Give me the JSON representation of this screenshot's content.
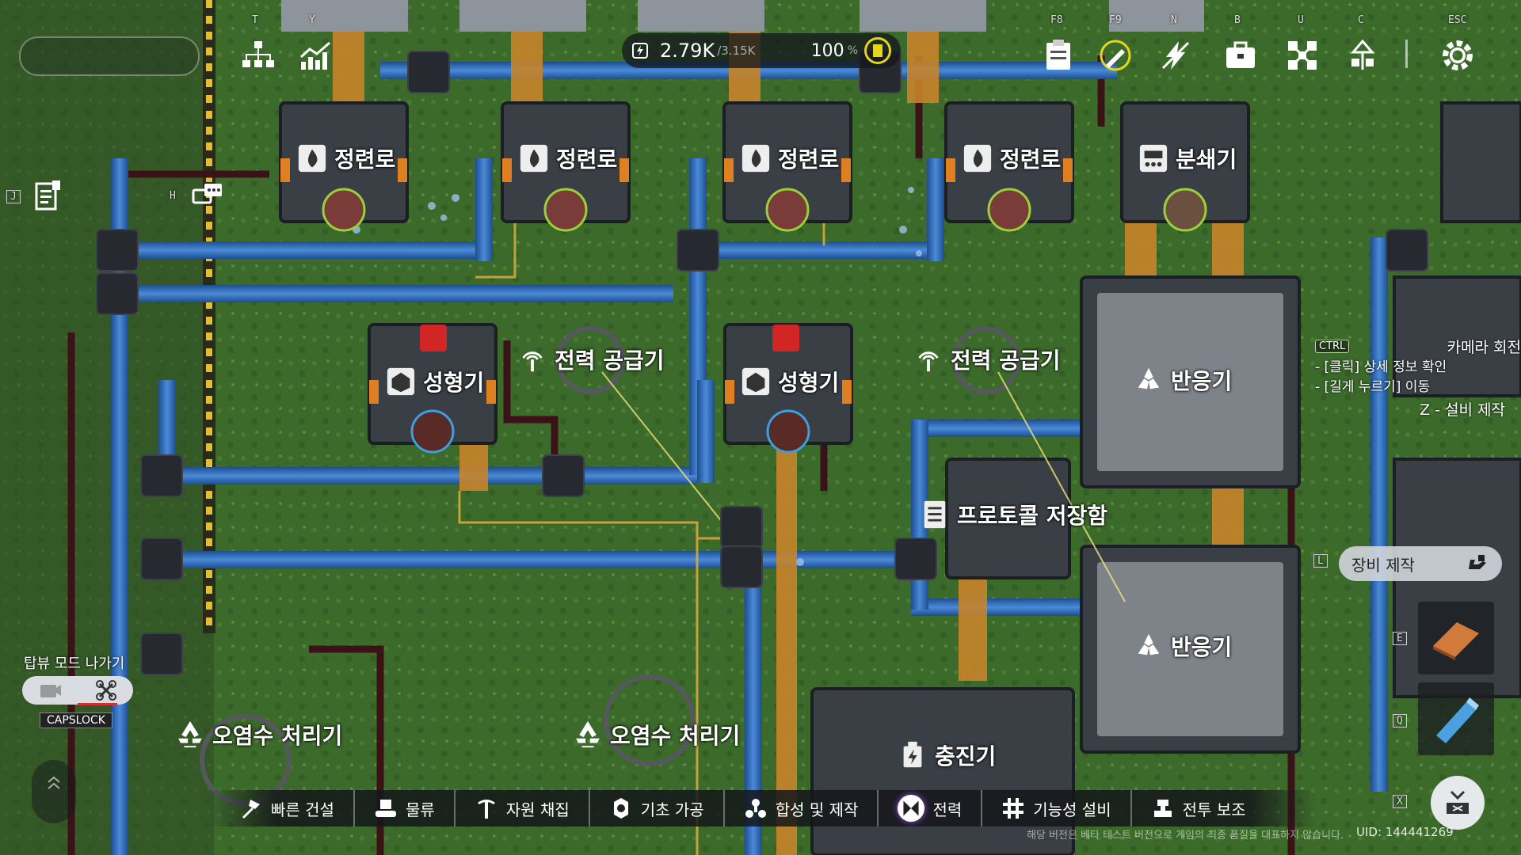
{
  "hud": {
    "power_current": "2.79K",
    "power_max": "/3.15K",
    "efficiency": "100",
    "efficiency_unit": "%"
  },
  "top_keys": {
    "tech_tree": "T",
    "stats": "Y",
    "blueprint": "F8",
    "craft": "F9",
    "power": "N",
    "backpack": "B",
    "network": "U",
    "factory": "C",
    "settings": "ESC"
  },
  "left_keys": {
    "mission": "J",
    "chat": "H"
  },
  "buildings": {
    "refinery_1": "정련로",
    "refinery_2": "정련로",
    "refinery_3": "정련로",
    "refinery_4": "정련로",
    "crusher": "분쇄기",
    "shaper_1": "성형기",
    "shaper_2": "성형기",
    "power_1": "전력 공급기",
    "power_2": "전력 공급기",
    "reactor_1": "반응기",
    "reactor_2": "반응기",
    "protocol_storage": "프로토콜 저장함",
    "water_1": "오염수 처리기",
    "water_2": "오염수 처리기",
    "charger": "충진기"
  },
  "tooltip": {
    "ctrl_key": "CTRL",
    "rotate": "카메라 회전",
    "line1": "- [클릭] 상세 정보 확인",
    "line2": "- [길게 누르기] 이동",
    "z_line": "Z - 설비 제작"
  },
  "right_panel": {
    "craft_key": "L",
    "craft_label": "장비 제작",
    "slot1_key": "E",
    "slot2_key": "Q",
    "exit_key": "X"
  },
  "topview": {
    "label": "탑뷰 모드 나가기",
    "key": "CAPSLOCK"
  },
  "categories": [
    {
      "label": "빠른 건설",
      "icon": "hammer-icon"
    },
    {
      "label": "물류",
      "icon": "conveyor-icon"
    },
    {
      "label": "자원 채집",
      "icon": "pickaxe-icon"
    },
    {
      "label": "기초 가공",
      "icon": "gear-icon"
    },
    {
      "label": "합성 및 제작",
      "icon": "synthesis-icon"
    },
    {
      "label": "전력",
      "icon": "power-icon"
    },
    {
      "label": "기능성 설비",
      "icon": "grid-icon"
    },
    {
      "label": "전투 보조",
      "icon": "turret-icon"
    }
  ],
  "footer": {
    "disclaimer": "해당 버전은 베타 테스트 버전으로 게임의 최종 품질을 대표하지 않습니다.",
    "uid": "UID: 144441269"
  }
}
